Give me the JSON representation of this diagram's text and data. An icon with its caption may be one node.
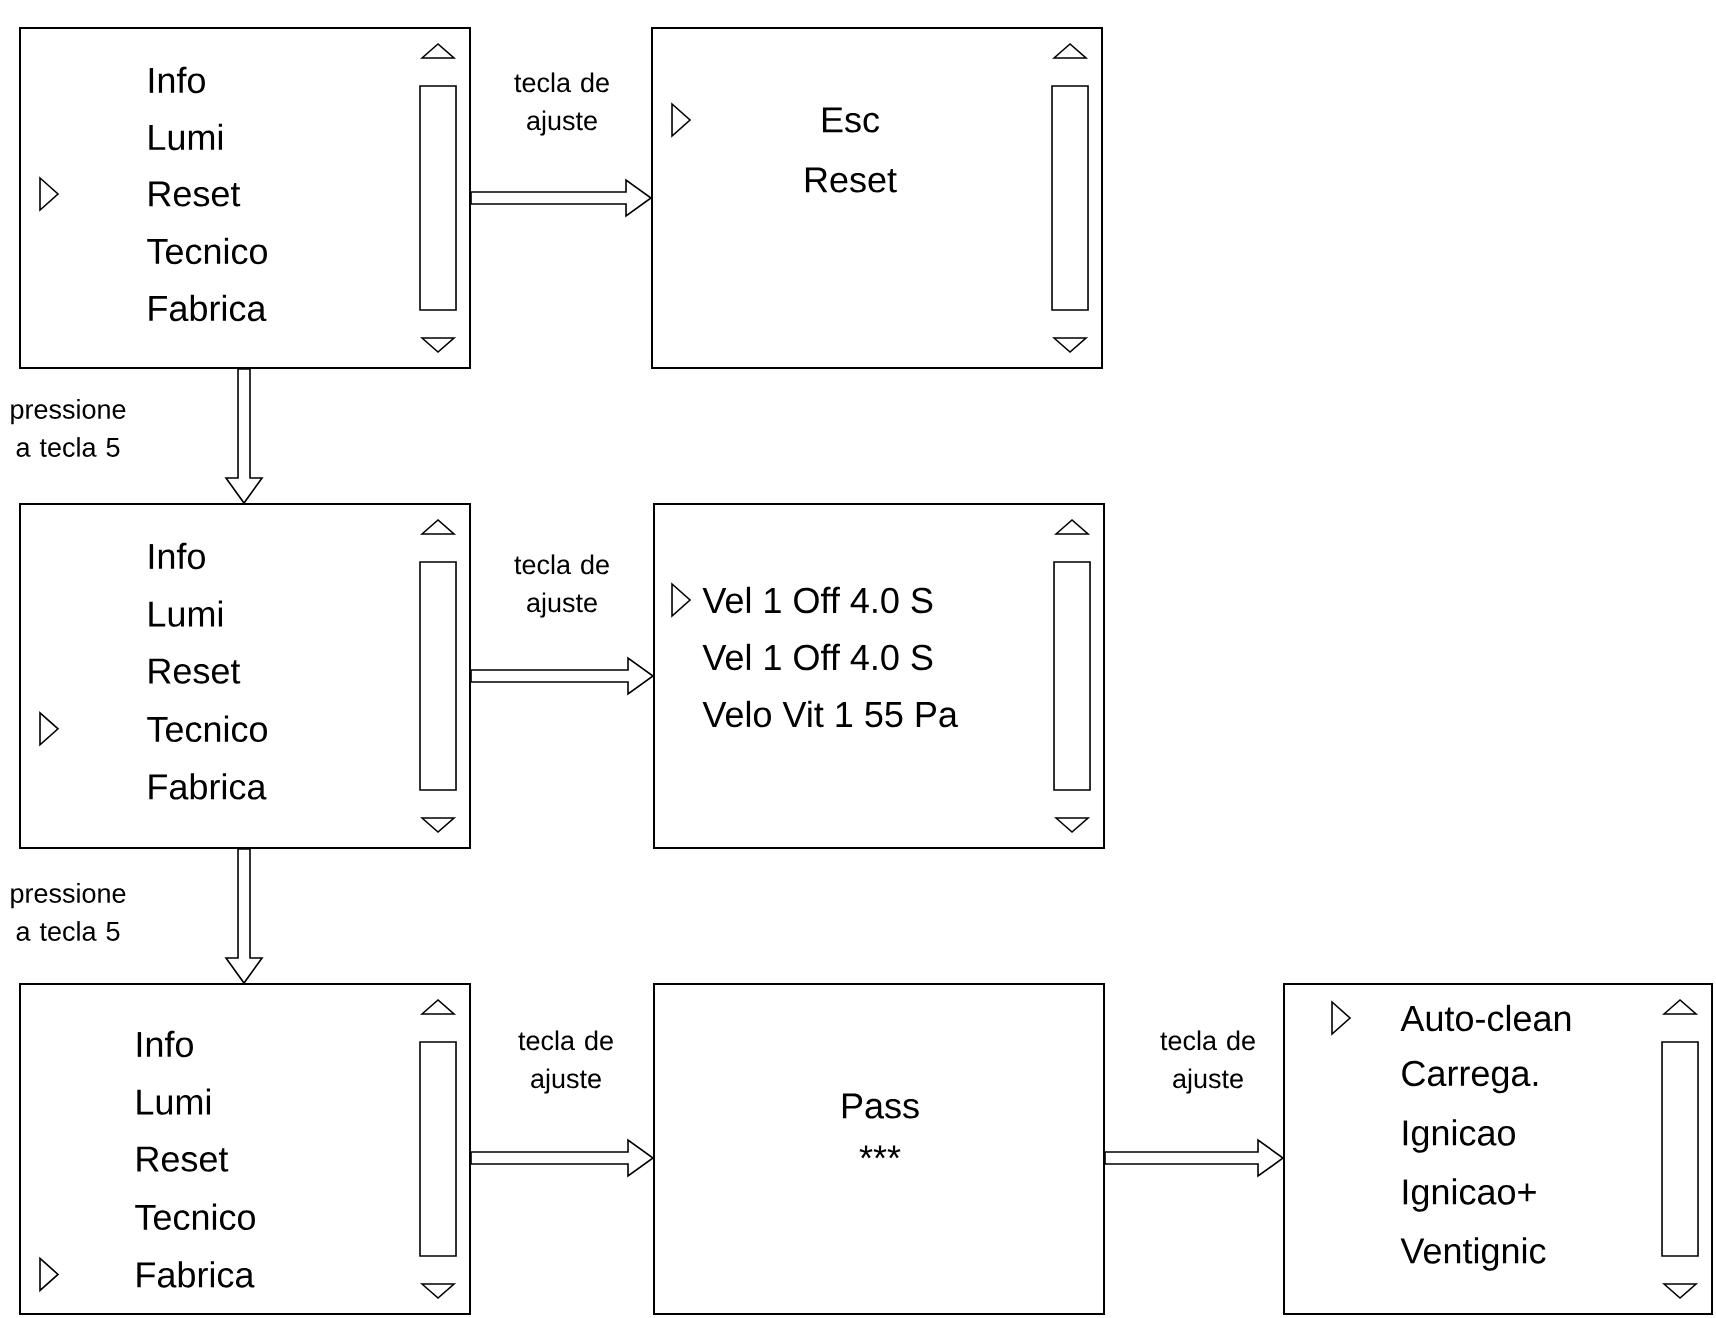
{
  "diagram": {
    "nodes": [
      {
        "text": [
          "Info",
          "Lumi",
          "Reset",
          "Tecnico",
          "Fabrica"
        ]
      },
      {
        "text": [
          "Esc",
          "Reset"
        ]
      },
      {
        "text": [
          "Info",
          "Lumi",
          "Reset",
          "Tecnico",
          "Fabrica"
        ]
      },
      {
        "text": [
          "Vel 1 Off 4.0 S",
          "Vel 1 Off 4.0 S",
          "Velo Vit 1 55 Pa"
        ]
      },
      {
        "text": [
          "Info",
          "Lumi",
          "Reset",
          "Tecnico",
          "Fabrica"
        ]
      },
      {
        "text": [
          "Pass",
          "***"
        ]
      },
      {
        "text": [
          "Auto-clean",
          "Carrega.",
          "Ignicao",
          "Ignicao+",
          "Ventignic"
        ]
      }
    ],
    "edges": [
      {
        "from": 0,
        "to": 1,
        "arrow": "to",
        "label": "tecla de ajuste"
      },
      {
        "from": 0,
        "to": 2,
        "arrow": "to",
        "label": "pressione a tecla 5"
      },
      {
        "from": 2,
        "to": 3,
        "arrow": "to",
        "label": "tecla de ajuste"
      },
      {
        "from": 2,
        "to": 4,
        "arrow": "to",
        "label": "pressione a tecla 5"
      },
      {
        "from": 4,
        "to": 5,
        "arrow": "to",
        "label": "tecla de ajuste"
      },
      {
        "from": 5,
        "to": 6,
        "arrow": "to",
        "label": "tecla de ajuste"
      }
    ]
  }
}
